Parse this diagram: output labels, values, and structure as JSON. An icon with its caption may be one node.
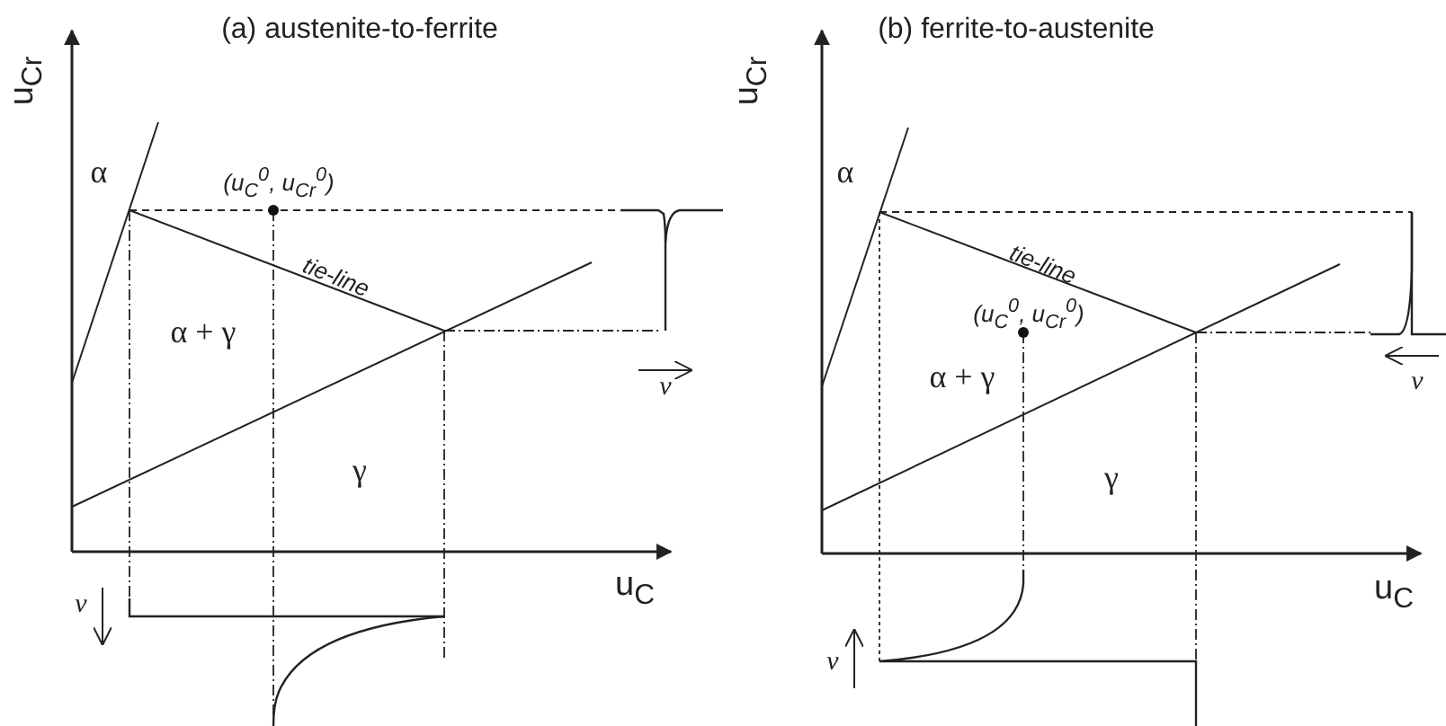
{
  "diagram": {
    "labels": [
      "(a) austenite-to-ferrite",
      "u$_{Cr}$",
      "α",
      "(u$_{C}$$^{0}$, u$_{Cr}$$^{0}$)",
      "tie-line",
      "α + γ",
      "v",
      "γ",
      "u$_{C}$",
      "v",
      "(b) ferrite-to-austenite",
      "u$_{Cr}$",
      "α",
      "tie-line",
      "(u$_{C}$$^{0}$, u$_{Cr}$$^{0}$)",
      "α + γ",
      "v",
      "γ",
      "u$_{C}$",
      "v"
    ]
  }
}
